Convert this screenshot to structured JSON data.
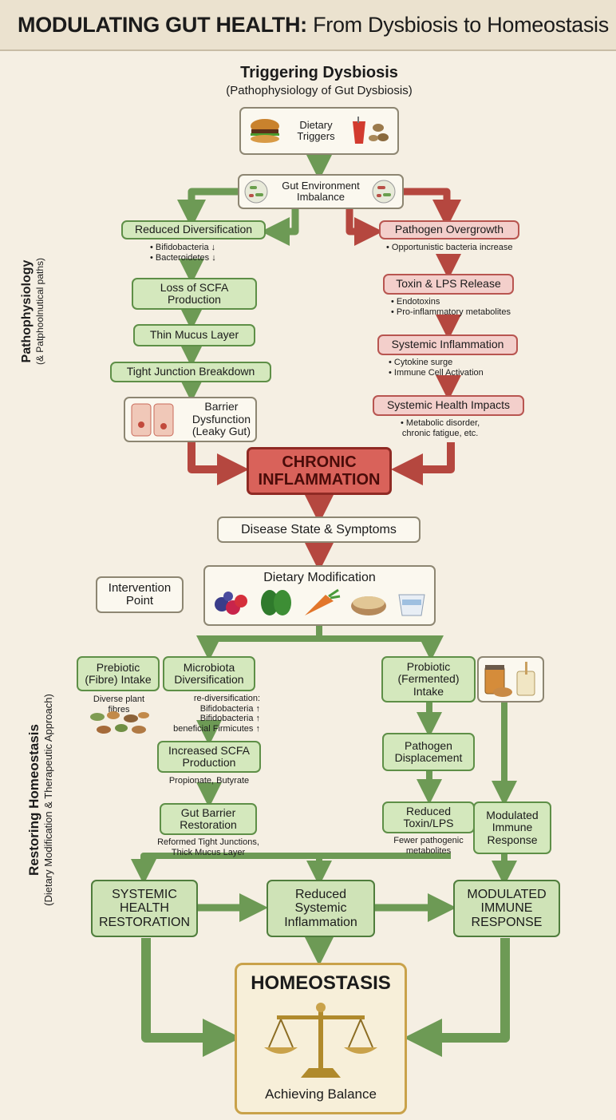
{
  "header": {
    "title_bold": "MODULATING GUT HEALTH:",
    "title_rest": "From Dysbiosis to Homeostasis"
  },
  "top": {
    "title": "Triggering Dysbiosis",
    "subtitle": "(Pathophysiology of Gut Dysbiosis)"
  },
  "side_labels": {
    "patho_main": "Pathophysiology",
    "patho_sub": "(& Patphoolnutical paths)",
    "restore_main": "Restoring Homeostasis",
    "restore_sub": "(Dietary Modification & Therapeutic Approach)"
  },
  "nodes": {
    "dietary_triggers": "Dietary\nTriggers",
    "gut_env": "Gut Environment\nImbalance",
    "reduced_div": "Reduced Diversification",
    "reduced_div_notes": "• Bifidobacteria ↓\n• Bacteroidetes ↓",
    "loss_scfa": "Loss of SCFA\nProduction",
    "thin_mucus": "Thin Mucus Layer",
    "tight_junction": "Tight Junction Breakdown",
    "barrier": "Barrier\nDysfunction\n(Leaky Gut)",
    "pathogen_over": "Pathogen Overgrowth",
    "pathogen_over_note": "• Opportunistic bacteria increase",
    "toxin": "Toxin & LPS Release",
    "toxin_notes": "• Endotoxins\n• Pro-inflammatory metabolites",
    "sys_infl": "Systemic Inflammation",
    "sys_infl_notes": "• Cytokine surge\n• Immune Cell Activation",
    "sys_health": "Systemic Health Impacts",
    "sys_health_notes": "• Metabolic disorder,\nchronic fatigue, etc.",
    "chronic": "CHRONIC\nINFLAMMATION",
    "disease": "Disease State & Symptoms",
    "intervention": "Intervention\nPoint",
    "dietary_mod": "Dietary Modification",
    "prebiotic": "Prebiotic\n(Fibre) Intake",
    "prebiotic_note": "Diverse plant\nfibres",
    "microbiota": "Microbiota\nDiversification",
    "microbiota_note": "re-diversification:\nBifidobacteria ↑\nBifidobacteria ↑\nbeneficial Firmicutes ↑",
    "inc_scfa": "Increased SCFA\nProduction",
    "inc_scfa_note": "Propionate, Butyrate",
    "gut_barrier": "Gut Barrier\nRestoration",
    "gut_barrier_note": "Reformed Tight Junctions,\nThick Mucus Layer",
    "probiotic": "Probiotic\n(Fermented)\nIntake",
    "pathogen_disp": "Pathogen\nDisplacement",
    "reduced_toxin": "Reduced\nToxin/LPS",
    "reduced_toxin_note": "Fewer pathogenic\nmetabolites",
    "modulated_small": "Modulated\nImmune\nResponse",
    "sys_health_rest": "SYSTEMIC\nHEALTH\nRESTORATION",
    "reduced_sys_infl": "Reduced\nSystemic\nInflammation",
    "modulated_big": "MODULATED\nIMMUNE\nRESPONSE",
    "homeostasis": "HOMEOSTASIS",
    "balance": "Achieving Balance"
  },
  "icons": [
    "burger-icon",
    "soda-icon",
    "beans-icon",
    "bacteria-icon",
    "intestine-icon",
    "berries-icon",
    "spinach-icon",
    "carrot-icon",
    "grains-icon",
    "yogurt-icon",
    "fibre-icon",
    "fermented-jars-icon",
    "scale-icon"
  ],
  "colors": {
    "green_arrow": "#6d9a55",
    "red_arrow": "#b5473f",
    "green_box": "#d4e8bd",
    "red_box": "#f3cfcb",
    "gold_border": "#c9a24a"
  }
}
